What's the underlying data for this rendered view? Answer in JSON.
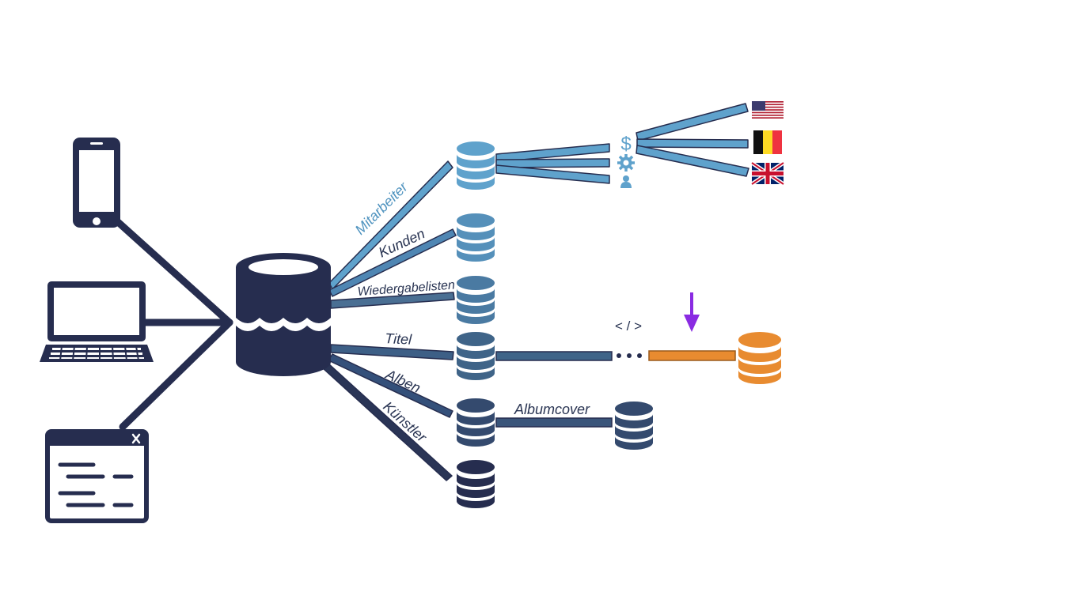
{
  "diagram": {
    "sources": [
      {
        "name": "smartphone",
        "icon": "smartphone-icon"
      },
      {
        "name": "laptop",
        "icon": "laptop-icon"
      },
      {
        "name": "browser-window",
        "icon": "browser-window-icon"
      }
    ],
    "central_store": {
      "icon": "data-lake-icon"
    },
    "tables": {
      "employees": "Mitarbeiter",
      "customers": "Kunden",
      "playlists": "Wiedergabelisten",
      "tracks": "Titel",
      "albums": "Alben",
      "artists": "Künstler"
    },
    "album_cover_label": "Albumcover",
    "code_symbol": "< / >",
    "employee_facets": {
      "dollar_symbol": "$",
      "icons": [
        "dollar-icon",
        "gear-icon",
        "person-icon"
      ]
    },
    "countries": [
      "United States",
      "Belgium",
      "United Kingdom"
    ],
    "colors": {
      "navy": "#262d4f",
      "blue_light": "#5fa2cc",
      "blue_mid": "#4f86b3",
      "blue_steel": "#4a6f93",
      "blue_dark": "#3a557a",
      "orange": "#e88b30",
      "purple": "#8a2be2"
    }
  }
}
